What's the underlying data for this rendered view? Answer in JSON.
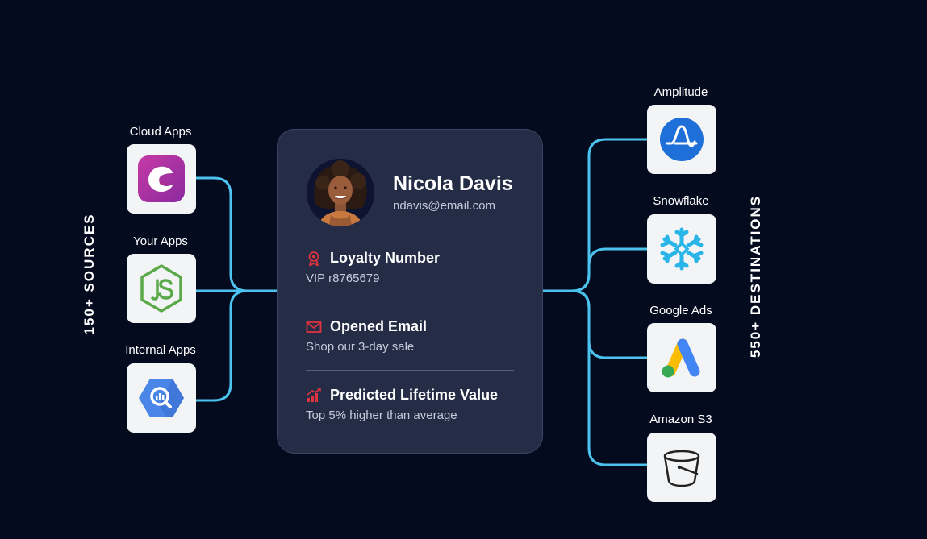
{
  "sources": {
    "heading": "150+ SOURCES",
    "items": [
      {
        "label": "Cloud Apps",
        "icon": "bird-app-icon"
      },
      {
        "label": "Your Apps",
        "icon": "nodejs-icon"
      },
      {
        "label": "Internal Apps",
        "icon": "bigquery-icon"
      }
    ]
  },
  "destinations": {
    "heading": "550+ DESTINATIONS",
    "items": [
      {
        "label": "Amplitude",
        "icon": "amplitude-icon"
      },
      {
        "label": "Snowflake",
        "icon": "snowflake-icon"
      },
      {
        "label": "Google Ads",
        "icon": "google-ads-icon"
      },
      {
        "label": "Amazon S3",
        "icon": "amazon-s3-bucket-icon"
      }
    ]
  },
  "profile": {
    "name": "Nicola Davis",
    "email": "ndavis@email.com",
    "attributes": [
      {
        "title": "Loyalty Number",
        "value": "VIP r8765679",
        "icon": "award-ribbon-icon"
      },
      {
        "title": "Opened Email",
        "value": "Shop our 3-day sale",
        "icon": "envelope-icon"
      },
      {
        "title": "Predicted Lifetime Value",
        "value": "Top 5% higher than average",
        "icon": "trending-chart-icon"
      }
    ]
  },
  "colors": {
    "background": "#050b1e",
    "connector": "#4cc3ef",
    "card": "#242c46",
    "accent_red": "#e0323f",
    "tile": "#f3f4f6"
  }
}
